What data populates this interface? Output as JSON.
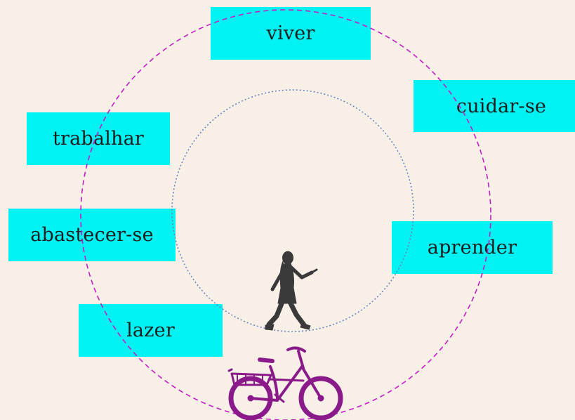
{
  "labels": {
    "viver": "viver",
    "cuidar_se": "cuidar-se",
    "trabalhar": "trabalhar",
    "abastecer_se": "abastecer-se",
    "aprender": "aprender",
    "lazer": "lazer"
  },
  "colors": {
    "background": "#f8efe7",
    "box": "#00f2f2",
    "outer_circle": "#c41ec4",
    "inner_circle": "#6a86c0",
    "walker": "#3a3a3a",
    "bicycle": "#8a1a8a"
  },
  "icons": {
    "walker": "walking-woman-icon",
    "bicycle": "bicycle-icon"
  }
}
